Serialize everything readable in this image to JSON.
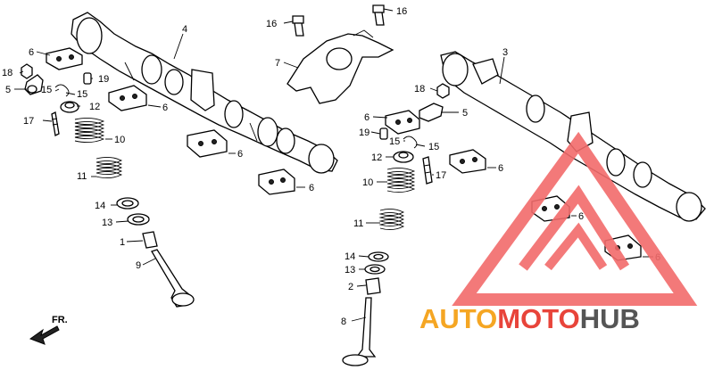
{
  "diagram": {
    "callouts": [
      {
        "id": "c4a",
        "text": "4"
      },
      {
        "id": "c6a",
        "text": "6"
      },
      {
        "id": "c18a",
        "text": "18"
      },
      {
        "id": "c5a",
        "text": "5"
      },
      {
        "id": "c15a",
        "text": "15"
      },
      {
        "id": "c19a",
        "text": "19"
      },
      {
        "id": "c15b",
        "text": "15"
      },
      {
        "id": "c12a",
        "text": "12"
      },
      {
        "id": "c6b",
        "text": "6"
      },
      {
        "id": "c17a",
        "text": "17"
      },
      {
        "id": "c10a",
        "text": "10"
      },
      {
        "id": "c6c",
        "text": "6"
      },
      {
        "id": "c11a",
        "text": "11"
      },
      {
        "id": "c6d",
        "text": "6"
      },
      {
        "id": "c14a",
        "text": "14"
      },
      {
        "id": "c13a",
        "text": "13"
      },
      {
        "id": "c1",
        "text": "1"
      },
      {
        "id": "c9",
        "text": "9"
      },
      {
        "id": "c16a",
        "text": "16"
      },
      {
        "id": "c16b",
        "text": "16"
      },
      {
        "id": "c7",
        "text": "7"
      },
      {
        "id": "c3",
        "text": "3"
      },
      {
        "id": "c18b",
        "text": "18"
      },
      {
        "id": "c5b",
        "text": "5"
      },
      {
        "id": "c6e",
        "text": "6"
      },
      {
        "id": "c19b",
        "text": "19"
      },
      {
        "id": "c15c",
        "text": "15"
      },
      {
        "id": "c15d",
        "text": "15"
      },
      {
        "id": "c12b",
        "text": "12"
      },
      {
        "id": "c6f",
        "text": "6"
      },
      {
        "id": "c17b",
        "text": "17"
      },
      {
        "id": "c10b",
        "text": "10"
      },
      {
        "id": "c6g",
        "text": "6"
      },
      {
        "id": "c11b",
        "text": "11"
      },
      {
        "id": "c6h",
        "text": "6"
      },
      {
        "id": "c14b",
        "text": "14"
      },
      {
        "id": "c13b",
        "text": "13"
      },
      {
        "id": "c2",
        "text": "2"
      },
      {
        "id": "c8",
        "text": "8"
      }
    ],
    "direction_label": "FR."
  },
  "watermark": {
    "part1": "AUTO",
    "part2": "MOTO",
    "part3": "HUB",
    "color_main": "#f5a623",
    "color_mid": "#e8443a",
    "color_end": "#555555",
    "logo_color": "#f26b6b"
  }
}
